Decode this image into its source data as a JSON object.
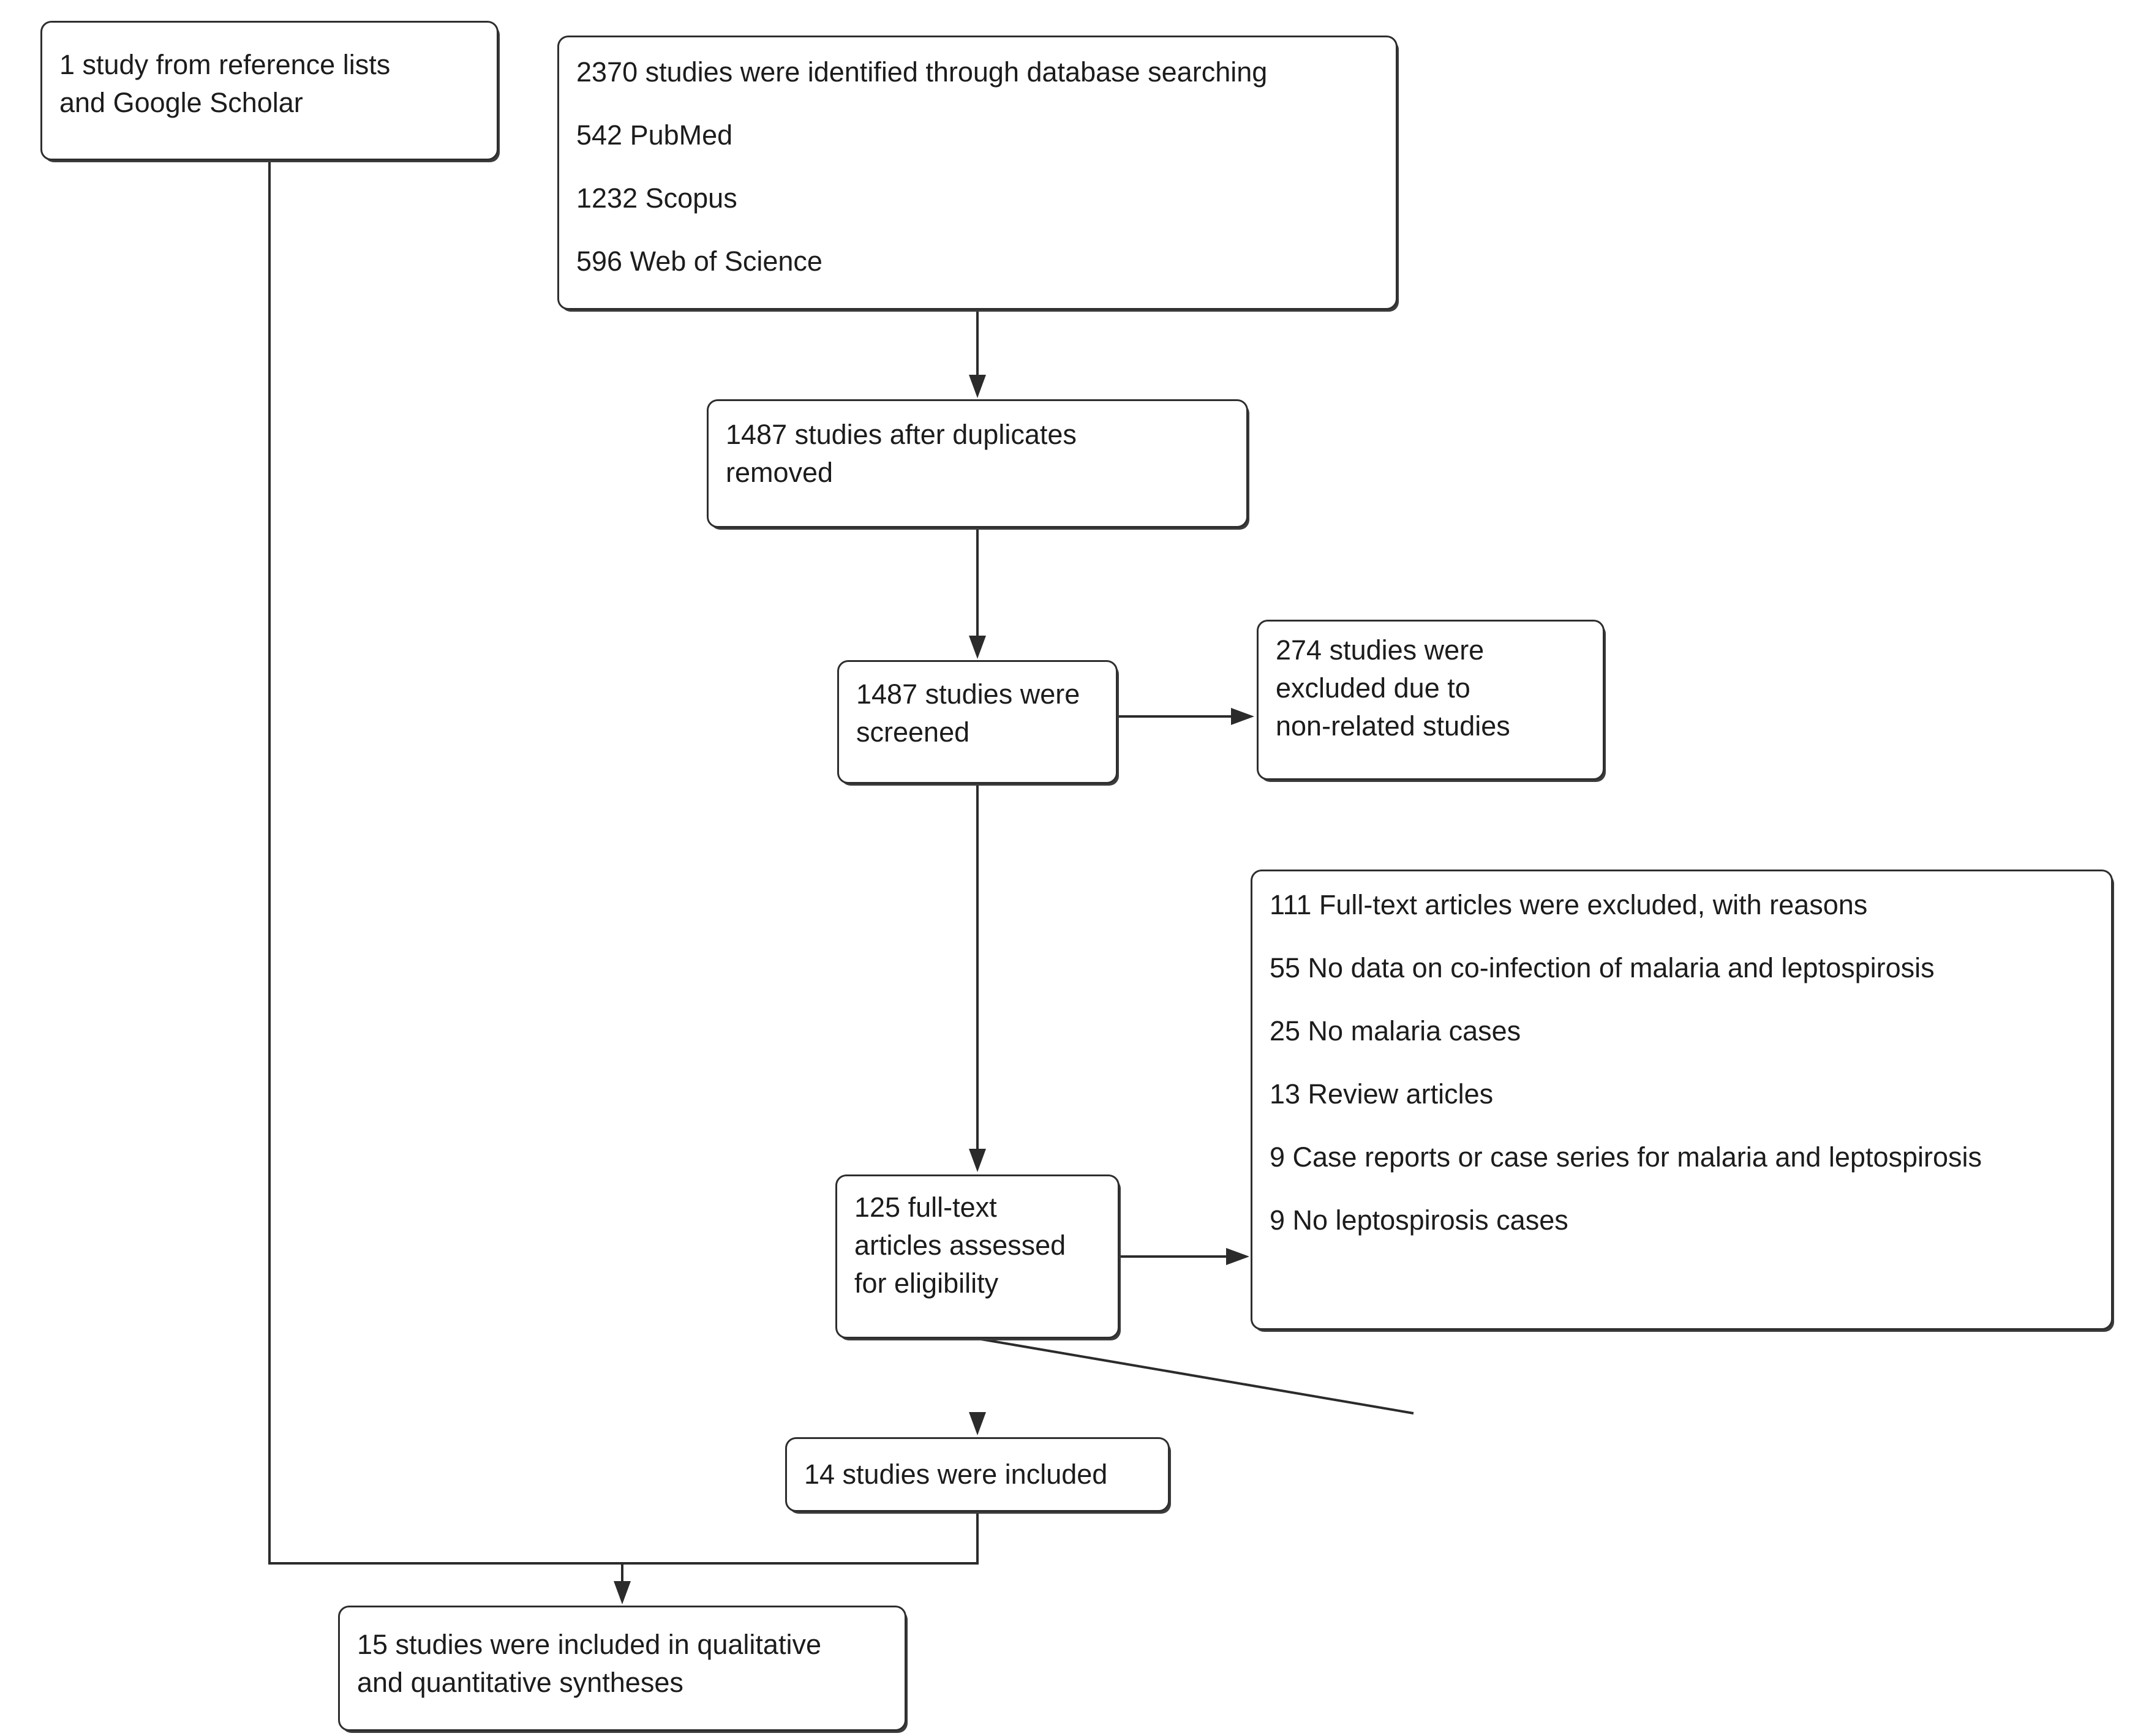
{
  "diagram": {
    "type": "prisma-flow-chart",
    "background_color": "#ffffff",
    "box_border_color": "#2e2e2e",
    "line_color": "#2b2b2b",
    "text_color": "#1c1c1c",
    "boxes": {
      "reference": {
        "lines": [
          "1 study from reference lists",
          "and Google Scholar"
        ]
      },
      "identification": {
        "title": "2370 studies were identified through database searching",
        "items": [
          "542 PubMed",
          "1232 Scopus",
          "596 Web of Science"
        ]
      },
      "duplicates": {
        "lines": [
          "1487 studies after duplicates",
          "removed"
        ]
      },
      "screened": {
        "lines": [
          "1487 studies were",
          "screened"
        ]
      },
      "excluded_screening": {
        "lines": [
          "274 studies were",
          "excluded due to",
          "non-related studies"
        ]
      },
      "fulltext_excluded": {
        "title": "111 Full-text articles were excluded, with reasons",
        "items": [
          "55 No data on co-infection of malaria and leptospirosis",
          "25 No malaria cases",
          "13 Review articles",
          "9 Case reports or case series for malaria and leptospirosis",
          "9 No leptospirosis cases"
        ]
      },
      "fulltext_assessed": {
        "lines": [
          "125 full-text",
          "articles assessed",
          "for eligibility"
        ]
      },
      "included": {
        "text": "14 studies were included"
      },
      "synthesis": {
        "lines": [
          "15 studies were included in qualitative",
          "and quantitative syntheses"
        ]
      }
    }
  }
}
